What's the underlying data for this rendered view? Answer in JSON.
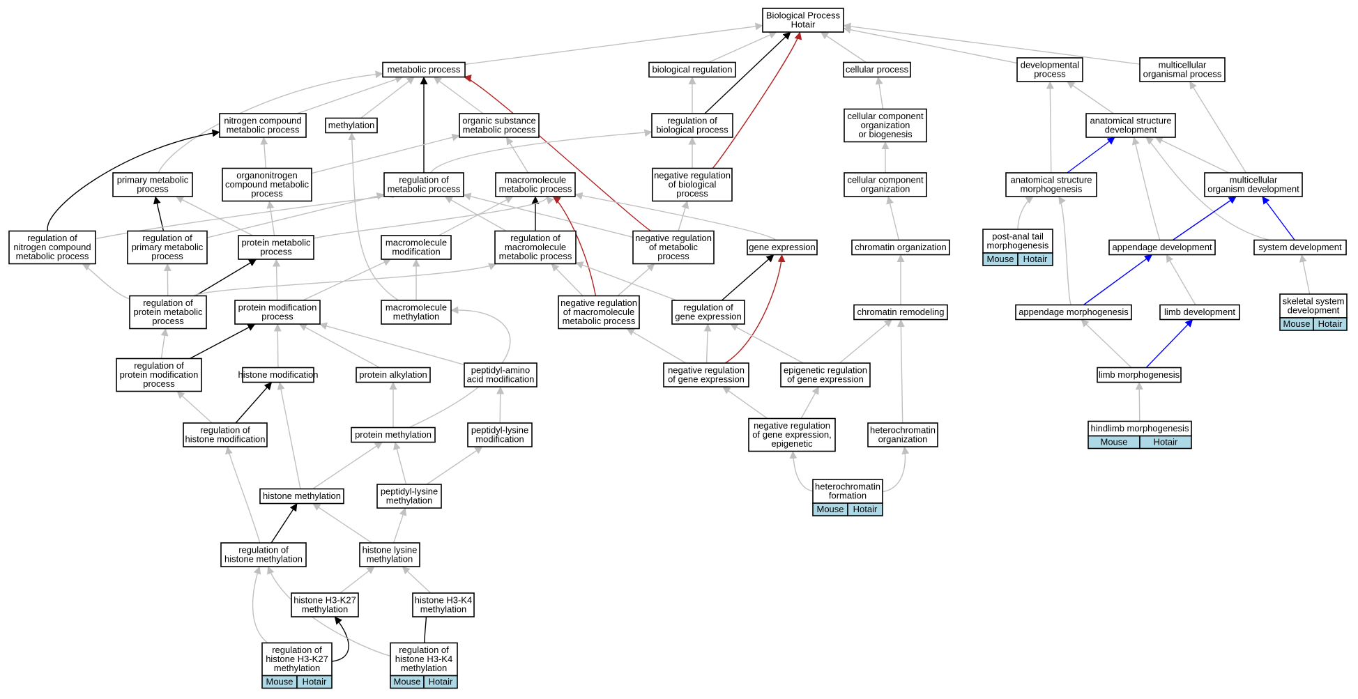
{
  "colors": {
    "gray": "#c0c0c0",
    "black": "#000000",
    "red": "#b22222",
    "blue": "#0000ff",
    "annotation_fill": "#add8e6",
    "node_fill": "#ffffff"
  },
  "nodes": {
    "bp": {
      "lines": [
        "Biological Process",
        "Hotair"
      ]
    },
    "metabolic": {
      "lines": [
        "metabolic process"
      ]
    },
    "bioreg": {
      "lines": [
        "biological regulation"
      ]
    },
    "cellproc": {
      "lines": [
        "cellular process"
      ]
    },
    "devproc": {
      "lines": [
        "developmental",
        "process"
      ]
    },
    "multiorg": {
      "lines": [
        "multicellular",
        "organismal process"
      ]
    },
    "nitro": {
      "lines": [
        "nitrogen compound",
        "metabolic process"
      ]
    },
    "methylation": {
      "lines": [
        "methylation"
      ]
    },
    "orgsub": {
      "lines": [
        "organic substance",
        "metabolic process"
      ]
    },
    "regbio": {
      "lines": [
        "regulation of",
        "biological process"
      ]
    },
    "ccob": {
      "lines": [
        "cellular component",
        "organization",
        "or biogenesis"
      ]
    },
    "asdev": {
      "lines": [
        "anatomical structure",
        "development"
      ]
    },
    "primary": {
      "lines": [
        "primary metabolic",
        "process"
      ]
    },
    "organonitro": {
      "lines": [
        "organonitrogen",
        "compound metabolic",
        "process"
      ]
    },
    "regmeta": {
      "lines": [
        "regulation of",
        "metabolic process"
      ]
    },
    "macrometa": {
      "lines": [
        "macromolecule",
        "metabolic process"
      ]
    },
    "negregbio": {
      "lines": [
        "negative regulation",
        "of biological",
        "process"
      ]
    },
    "cco": {
      "lines": [
        "cellular component",
        "organization"
      ]
    },
    "asmorph": {
      "lines": [
        "anatomical structure",
        "morphogenesis"
      ]
    },
    "multidev": {
      "lines": [
        "multicellular",
        "organism development"
      ]
    },
    "regnitro": {
      "lines": [
        "regulation of",
        "nitrogen compound",
        "metabolic process"
      ]
    },
    "regprimary": {
      "lines": [
        "regulation of",
        "primary metabolic",
        "process"
      ]
    },
    "protmeta": {
      "lines": [
        "protein metabolic",
        "process"
      ]
    },
    "macromod": {
      "lines": [
        "macromolecule",
        "modification"
      ]
    },
    "regmacro": {
      "lines": [
        "regulation of",
        "macromolecule",
        "metabolic process"
      ]
    },
    "negregmeta": {
      "lines": [
        "negative regulation",
        "of metabolic",
        "process"
      ]
    },
    "geneexp": {
      "lines": [
        "gene expression"
      ]
    },
    "chromorg": {
      "lines": [
        "chromatin organization"
      ]
    },
    "postanal": {
      "lines": [
        "post-anal tail",
        "morphogenesis"
      ],
      "annotations": [
        "Mouse",
        "Hotair"
      ]
    },
    "appdev": {
      "lines": [
        "appendage development"
      ]
    },
    "sysdev": {
      "lines": [
        "system development"
      ]
    },
    "regprotmeta": {
      "lines": [
        "regulation of",
        "protein metabolic",
        "process"
      ]
    },
    "protmod": {
      "lines": [
        "protein modification",
        "process"
      ]
    },
    "macromethyl": {
      "lines": [
        "macromolecule",
        "methylation"
      ]
    },
    "negregmacro": {
      "lines": [
        "negative regulation",
        "of macromolecule",
        "metabolic process"
      ]
    },
    "reggeneexp": {
      "lines": [
        "regulation of",
        "gene expression"
      ]
    },
    "chromrem": {
      "lines": [
        "chromatin remodeling"
      ]
    },
    "appmorph": {
      "lines": [
        "appendage morphogenesis"
      ]
    },
    "limbdev": {
      "lines": [
        "limb development"
      ]
    },
    "skeletal": {
      "lines": [
        "skeletal system",
        "development"
      ],
      "annotations": [
        "Mouse",
        "Hotair"
      ]
    },
    "regprotmod": {
      "lines": [
        "regulation of",
        "protein modification",
        "process"
      ]
    },
    "histmod": {
      "lines": [
        "histone modification"
      ]
    },
    "protalk": {
      "lines": [
        "protein alkylation"
      ]
    },
    "peptamino": {
      "lines": [
        "peptidyl-amino",
        "acid modification"
      ]
    },
    "negreggeneexp": {
      "lines": [
        "negative regulation",
        "of gene expression"
      ]
    },
    "epireg": {
      "lines": [
        "epigenetic regulation",
        "of gene expression"
      ]
    },
    "limbmorph": {
      "lines": [
        "limb morphogenesis"
      ]
    },
    "reghistmod": {
      "lines": [
        "regulation of",
        "histone modification"
      ]
    },
    "protmethyl": {
      "lines": [
        "protein methylation"
      ]
    },
    "peptlys": {
      "lines": [
        "peptidyl-lysine",
        "modification"
      ]
    },
    "negepi": {
      "lines": [
        "negative regulation",
        "of gene expression,",
        "epigenetic"
      ]
    },
    "hetorg": {
      "lines": [
        "heterochromatin",
        "organization"
      ]
    },
    "hindlimb": {
      "lines": [
        "hindlimb morphogenesis"
      ],
      "annotations": [
        "Mouse",
        "Hotair"
      ]
    },
    "histmethyl": {
      "lines": [
        "histone methylation"
      ]
    },
    "peptlysmethyl": {
      "lines": [
        "peptidyl-lysine",
        "methylation"
      ]
    },
    "hetform": {
      "lines": [
        "heterochromatin",
        "formation"
      ],
      "annotations": [
        "Mouse",
        "Hotair"
      ]
    },
    "reghistmethyl": {
      "lines": [
        "regulation of",
        "histone methylation"
      ]
    },
    "histlysmethyl": {
      "lines": [
        "histone lysine",
        "methylation"
      ]
    },
    "h3k27": {
      "lines": [
        "histone H3-K27",
        "methylation"
      ]
    },
    "h3k4": {
      "lines": [
        "histone H3-K4",
        "methylation"
      ]
    },
    "regh3k27": {
      "lines": [
        "regulation of",
        "histone H3-K27",
        "methylation"
      ],
      "annotations": [
        "Mouse",
        "Hotair"
      ]
    },
    "regh3k4": {
      "lines": [
        "regulation of",
        "histone H3-K4",
        "methylation"
      ],
      "annotations": [
        "Mouse",
        "Hotair"
      ]
    }
  },
  "edges": [
    [
      "metabolic",
      "bp",
      "gray"
    ],
    [
      "bioreg",
      "bp",
      "gray"
    ],
    [
      "cellproc",
      "bp",
      "gray"
    ],
    [
      "devproc",
      "bp",
      "gray"
    ],
    [
      "multiorg",
      "bp",
      "gray"
    ],
    [
      "regbio",
      "bp",
      "black"
    ],
    [
      "negregbio",
      "bp",
      "red"
    ],
    [
      "nitro",
      "metabolic",
      "gray"
    ],
    [
      "methylation",
      "metabolic",
      "gray"
    ],
    [
      "orgsub",
      "metabolic",
      "gray"
    ],
    [
      "primary",
      "metabolic",
      "gray"
    ],
    [
      "regmeta",
      "metabolic",
      "black"
    ],
    [
      "negregmeta",
      "metabolic",
      "red"
    ],
    [
      "regbio",
      "bioreg",
      "gray"
    ],
    [
      "negregbio",
      "regbio",
      "gray"
    ],
    [
      "regmeta",
      "regbio",
      "gray"
    ],
    [
      "ccob",
      "cellproc",
      "gray"
    ],
    [
      "cco",
      "ccob",
      "gray"
    ],
    [
      "chromorg",
      "cco",
      "gray"
    ],
    [
      "chromrem",
      "chromorg",
      "gray"
    ],
    [
      "hetorg",
      "chromrem",
      "gray"
    ],
    [
      "epireg",
      "chromrem",
      "gray"
    ],
    [
      "hetform",
      "hetorg",
      "gray"
    ],
    [
      "hetform",
      "negepi",
      "gray"
    ],
    [
      "asmorph",
      "devproc",
      "gray"
    ],
    [
      "asdev",
      "devproc",
      "gray"
    ],
    [
      "multidev",
      "multiorg",
      "gray"
    ],
    [
      "asmorph",
      "asdev",
      "blue"
    ],
    [
      "multidev",
      "asdev",
      "gray"
    ],
    [
      "appdev",
      "asdev",
      "gray"
    ],
    [
      "sysdev",
      "asdev",
      "gray"
    ],
    [
      "postanal",
      "asmorph",
      "gray"
    ],
    [
      "appmorph",
      "asmorph",
      "gray"
    ],
    [
      "appdev",
      "multidev",
      "blue"
    ],
    [
      "sysdev",
      "multidev",
      "blue"
    ],
    [
      "skeletal",
      "sysdev",
      "gray"
    ],
    [
      "appmorph",
      "appdev",
      "blue"
    ],
    [
      "limbdev",
      "appdev",
      "gray"
    ],
    [
      "limbmorph",
      "limbdev",
      "blue"
    ],
    [
      "limbmorph",
      "appmorph",
      "gray"
    ],
    [
      "hindlimb",
      "limbmorph",
      "gray"
    ],
    [
      "organonitro",
      "nitro",
      "gray"
    ],
    [
      "regnitro",
      "nitro",
      "black"
    ],
    [
      "macrometa",
      "orgsub",
      "gray"
    ],
    [
      "organonitro",
      "orgsub",
      "gray"
    ],
    [
      "regprimary",
      "primary",
      "black"
    ],
    [
      "protmeta",
      "primary",
      "gray"
    ],
    [
      "regnitro",
      "regmeta",
      "gray"
    ],
    [
      "regprimary",
      "regmeta",
      "gray"
    ],
    [
      "regmacro",
      "regmeta",
      "gray"
    ],
    [
      "negregmeta",
      "regmeta",
      "gray"
    ],
    [
      "regmacro",
      "macrometa",
      "black"
    ],
    [
      "negregmacro",
      "macrometa",
      "red"
    ],
    [
      "macromod",
      "macrometa",
      "gray"
    ],
    [
      "protmeta",
      "macrometa",
      "gray"
    ],
    [
      "geneexp",
      "macrometa",
      "gray"
    ],
    [
      "protmeta",
      "organonitro",
      "gray"
    ],
    [
      "negregmeta",
      "negregbio",
      "gray"
    ],
    [
      "regprotmeta",
      "regnitro",
      "gray"
    ],
    [
      "regprotmeta",
      "regprimary",
      "gray"
    ],
    [
      "regprotmeta",
      "protmeta",
      "black"
    ],
    [
      "protmod",
      "protmeta",
      "gray"
    ],
    [
      "regprotmeta",
      "regmacro",
      "gray"
    ],
    [
      "negregmacro",
      "regmacro",
      "gray"
    ],
    [
      "reggeneexp",
      "regmacro",
      "gray"
    ],
    [
      "negregmacro",
      "negregmeta",
      "gray"
    ],
    [
      "reggeneexp",
      "geneexp",
      "black"
    ],
    [
      "negreggeneexp",
      "geneexp",
      "red"
    ],
    [
      "protmod",
      "macromod",
      "gray"
    ],
    [
      "macromethyl",
      "macromod",
      "gray"
    ],
    [
      "macromethyl",
      "methylation",
      "gray"
    ],
    [
      "protmethyl",
      "macromethyl",
      "gray"
    ],
    [
      "negreggeneexp",
      "negregmacro",
      "gray"
    ],
    [
      "negreggeneexp",
      "reggeneexp",
      "gray"
    ],
    [
      "epireg",
      "reggeneexp",
      "gray"
    ],
    [
      "regprotmod",
      "regprotmeta",
      "gray"
    ],
    [
      "regprotmod",
      "protmod",
      "black"
    ],
    [
      "histmod",
      "protmod",
      "gray"
    ],
    [
      "protalk",
      "protmod",
      "gray"
    ],
    [
      "peptamino",
      "protmod",
      "gray"
    ],
    [
      "reghistmod",
      "regprotmod",
      "gray"
    ],
    [
      "reghistmod",
      "histmod",
      "black"
    ],
    [
      "protmethyl",
      "protalk",
      "gray"
    ],
    [
      "peptlys",
      "peptamino",
      "gray"
    ],
    [
      "negepi",
      "negreggeneexp",
      "gray"
    ],
    [
      "negepi",
      "epireg",
      "gray"
    ],
    [
      "histmethyl",
      "histmod",
      "gray"
    ],
    [
      "histmethyl",
      "protmethyl",
      "gray"
    ],
    [
      "peptlysmethyl",
      "protmethyl",
      "gray"
    ],
    [
      "peptlysmethyl",
      "peptlys",
      "gray"
    ],
    [
      "reghistmethyl",
      "reghistmod",
      "gray"
    ],
    [
      "reghistmethyl",
      "histmethyl",
      "black"
    ],
    [
      "histlysmethyl",
      "histmethyl",
      "gray"
    ],
    [
      "histlysmethyl",
      "peptlysmethyl",
      "gray"
    ],
    [
      "h3k27",
      "histlysmethyl",
      "gray"
    ],
    [
      "h3k4",
      "histlysmethyl",
      "gray"
    ],
    [
      "regh3k27",
      "reghistmethyl",
      "gray"
    ],
    [
      "regh3k27",
      "h3k27",
      "black"
    ],
    [
      "regh3k4",
      "reghistmethyl",
      "gray"
    ],
    [
      "regh3k4",
      "h3k4",
      "black"
    ]
  ]
}
